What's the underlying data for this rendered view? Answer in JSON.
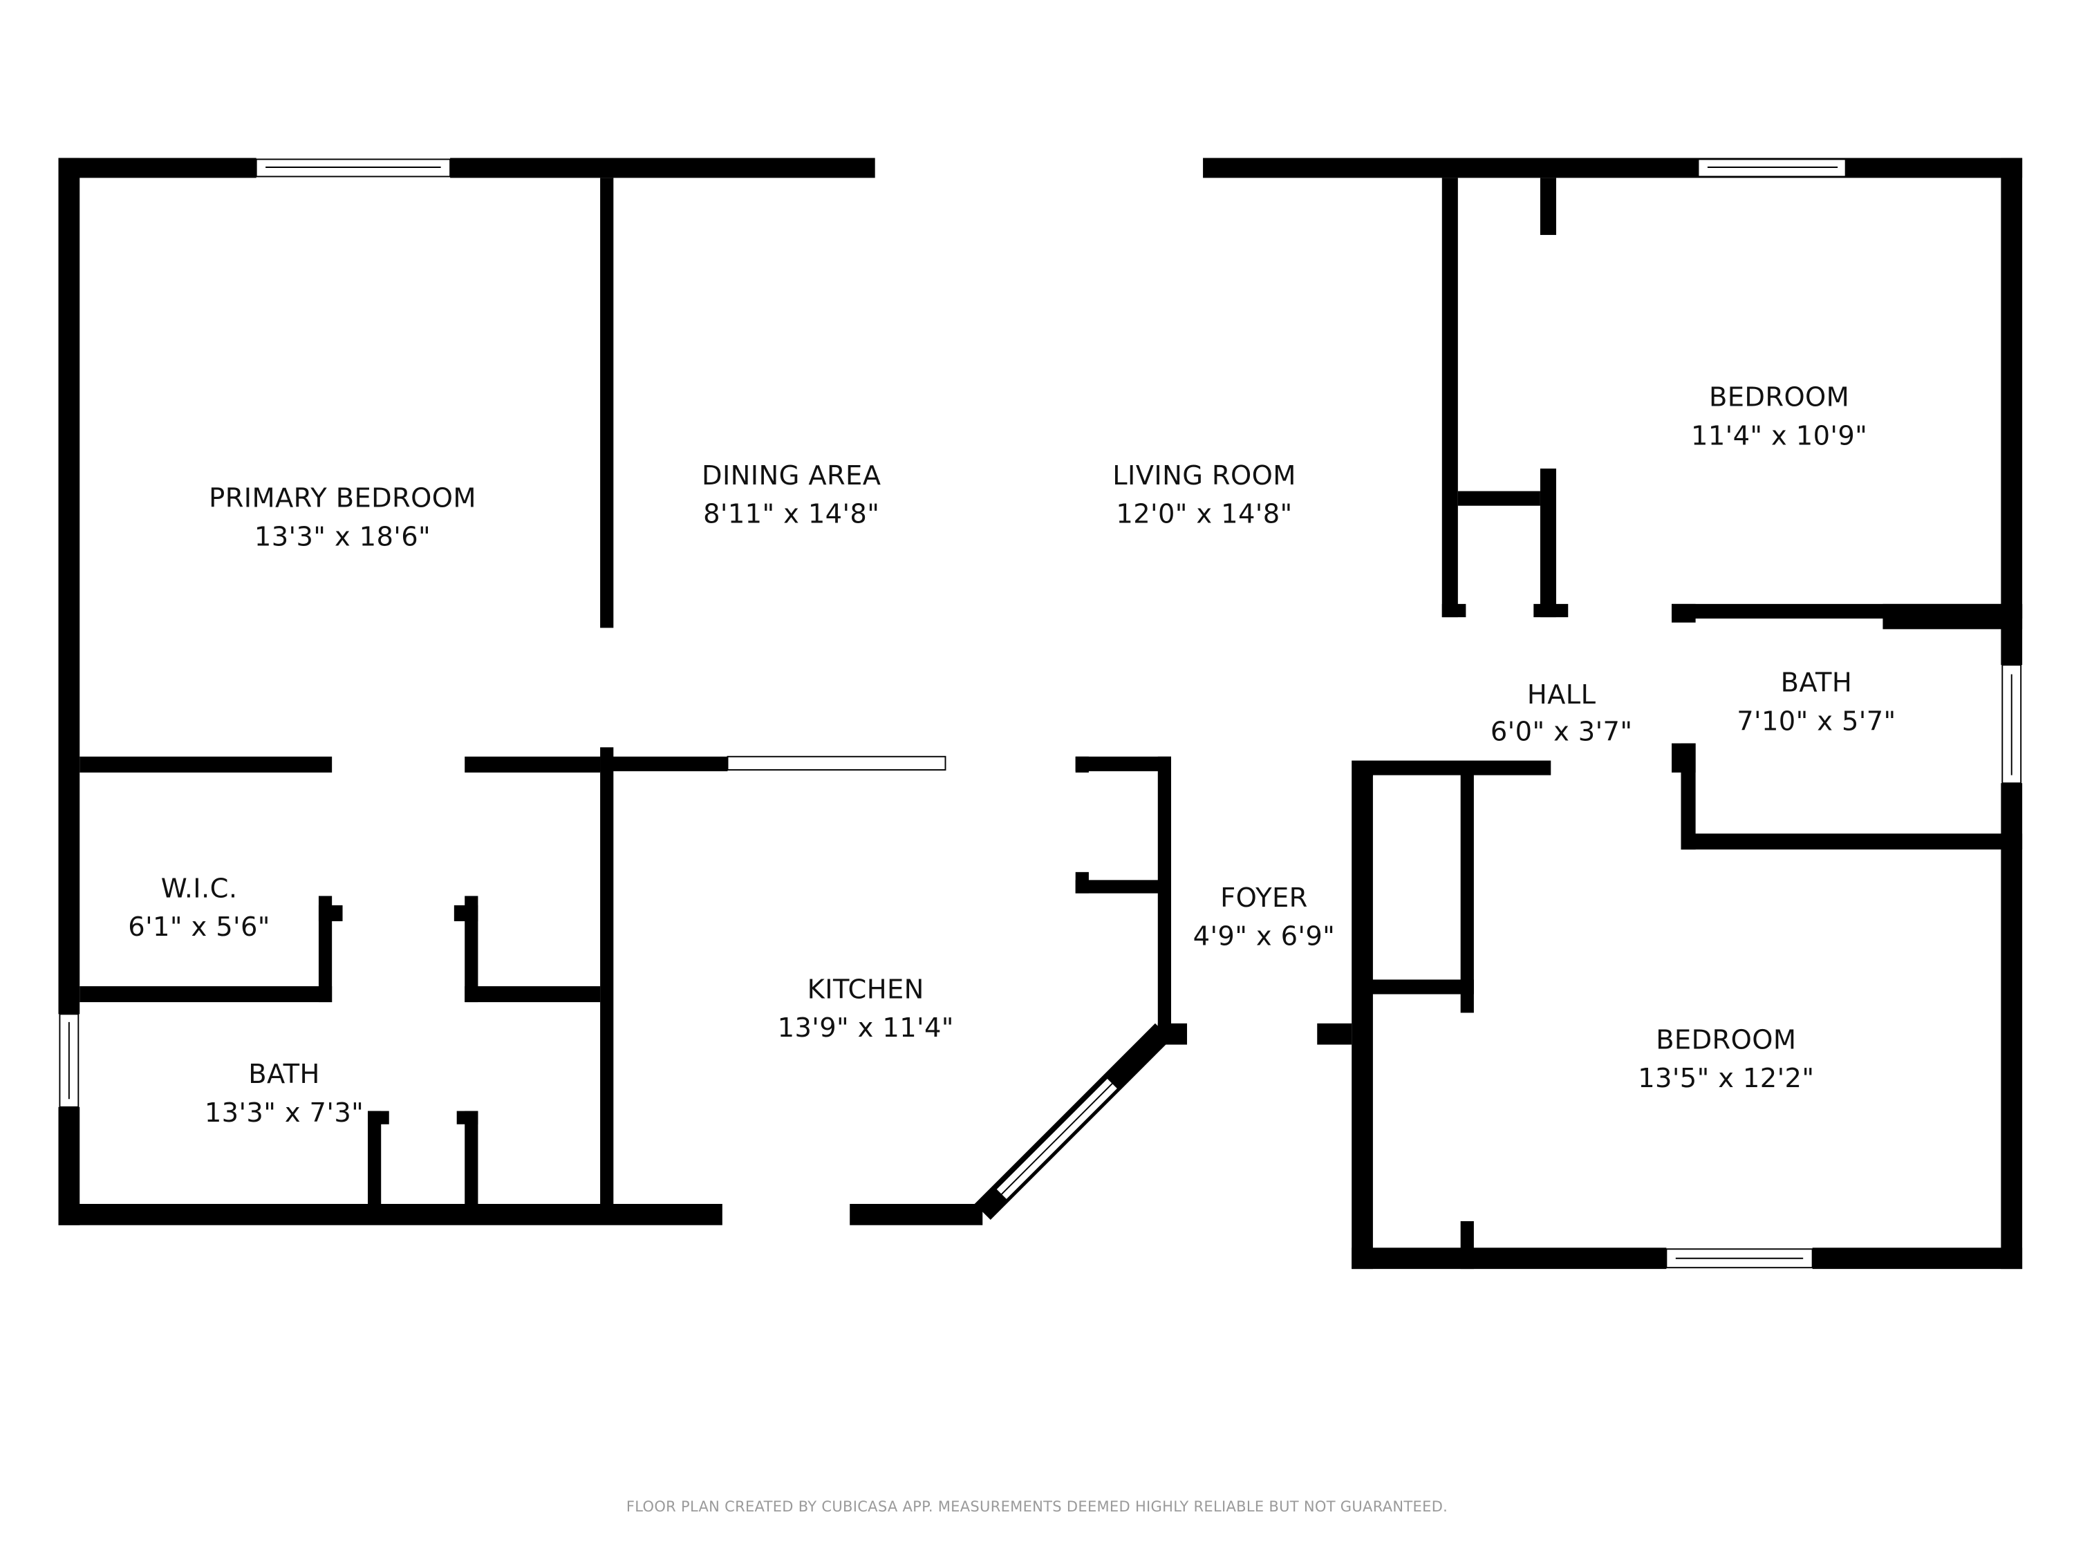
{
  "rooms": [
    {
      "id": "primary-bedroom",
      "name": "PRIMARY BEDROOM",
      "dims": "13'3\" x 18'6\""
    },
    {
      "id": "dining-area",
      "name": "DINING AREA",
      "dims": "8'11\" x 14'8\""
    },
    {
      "id": "living-room",
      "name": "LIVING ROOM",
      "dims": "12'0\" x 14'8\""
    },
    {
      "id": "bedroom-1",
      "name": "BEDROOM",
      "dims": "11'4\" x 10'9\""
    },
    {
      "id": "hall",
      "name": "HALL",
      "dims": "6'0\" x 3'7\""
    },
    {
      "id": "bath-2",
      "name": "BATH",
      "dims": "7'10\" x 5'7\""
    },
    {
      "id": "wic",
      "name": "W.I.C.",
      "dims": "6'1\" x 5'6\""
    },
    {
      "id": "kitchen",
      "name": "KITCHEN",
      "dims": "13'9\" x 11'4\""
    },
    {
      "id": "foyer",
      "name": "FOYER",
      "dims": "4'9\" x 6'9\""
    },
    {
      "id": "bath-1",
      "name": "BATH",
      "dims": "13'3\" x 7'3\""
    },
    {
      "id": "bedroom-2",
      "name": "BEDROOM",
      "dims": "13'5\" x 12'2\""
    }
  ],
  "footer": {
    "text": "FLOOR PLAN CREATED BY CUBICASA APP. MEASUREMENTS DEEMED HIGHLY RELIABLE BUT NOT GUARANTEED."
  },
  "colors": {
    "wall": "#000000",
    "background": "#ffffff",
    "footer_text": "#9a9a9a"
  }
}
